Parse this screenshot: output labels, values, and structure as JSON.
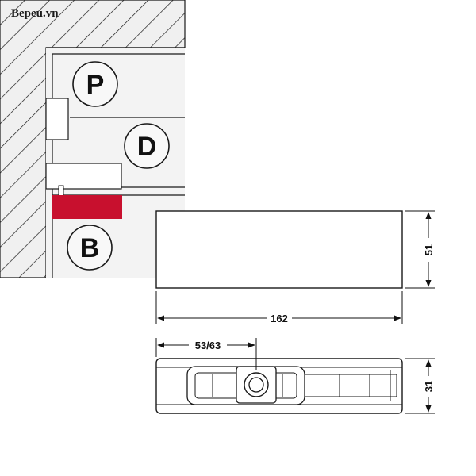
{
  "watermark": "Bepeu.vn",
  "labels": {
    "p": "P",
    "d": "D",
    "b": "B"
  },
  "dimensions": {
    "width": "162",
    "height_top": "51",
    "offset": "53/63",
    "height_side": "31"
  },
  "colors": {
    "line": "#1a1a1a",
    "hatch_bg": "#f0f0f0",
    "panel": "#f3f3f3",
    "circle": "#f8f8f8",
    "accent_red": "#c8102e"
  }
}
